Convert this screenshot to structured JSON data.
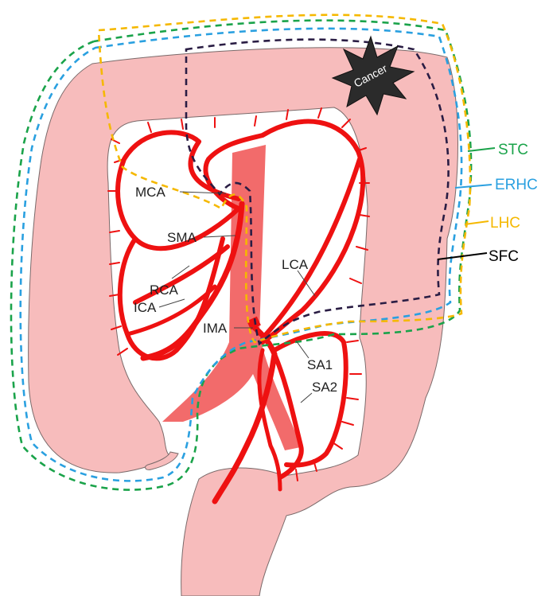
{
  "colors": {
    "colon_fill": "#f7bcbc",
    "colon_stroke": "#7a6a6a",
    "aorta": "#f26b6b",
    "artery": "#ee1111",
    "stc": "#1aa34a",
    "erhc": "#2aa0e0",
    "lhc": "#f5b800",
    "sfc": "#2a1d44",
    "cancer": "#2b2b2b"
  },
  "tumor": {
    "label": "Cancer",
    "icon": "starburst-icon"
  },
  "vessel_labels": {
    "mca": "MCA",
    "sma": "SMA",
    "rca": "RCA",
    "ica": "ICA",
    "lca": "LCA",
    "ima": "IMA",
    "sa1": "SA1",
    "sa2": "SA2"
  },
  "resection_legend": {
    "stc": "STC",
    "erhc": "ERHC",
    "lhc": "LHC",
    "sfc": "SFC"
  }
}
